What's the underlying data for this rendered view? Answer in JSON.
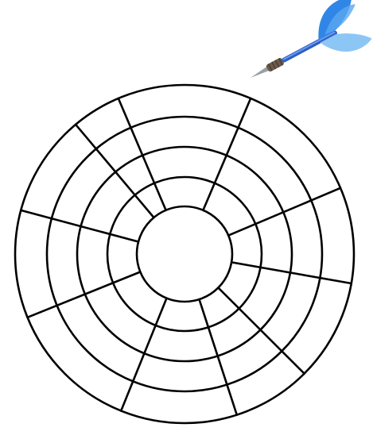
{
  "figure": {
    "kind": "dartboard-diagram",
    "ring_count": 5,
    "segment_count": 10,
    "dart": {
      "icon": "dart-icon",
      "flight_color": "#2f86e6",
      "flight_light_color": "#8cc6f5",
      "shaft_color": "#2b5fc7",
      "barrel_color": "#6a5a4a",
      "tip_color": "#9aa0a6"
    },
    "board_line_color": "#000000",
    "background_color": "#ffffff"
  }
}
